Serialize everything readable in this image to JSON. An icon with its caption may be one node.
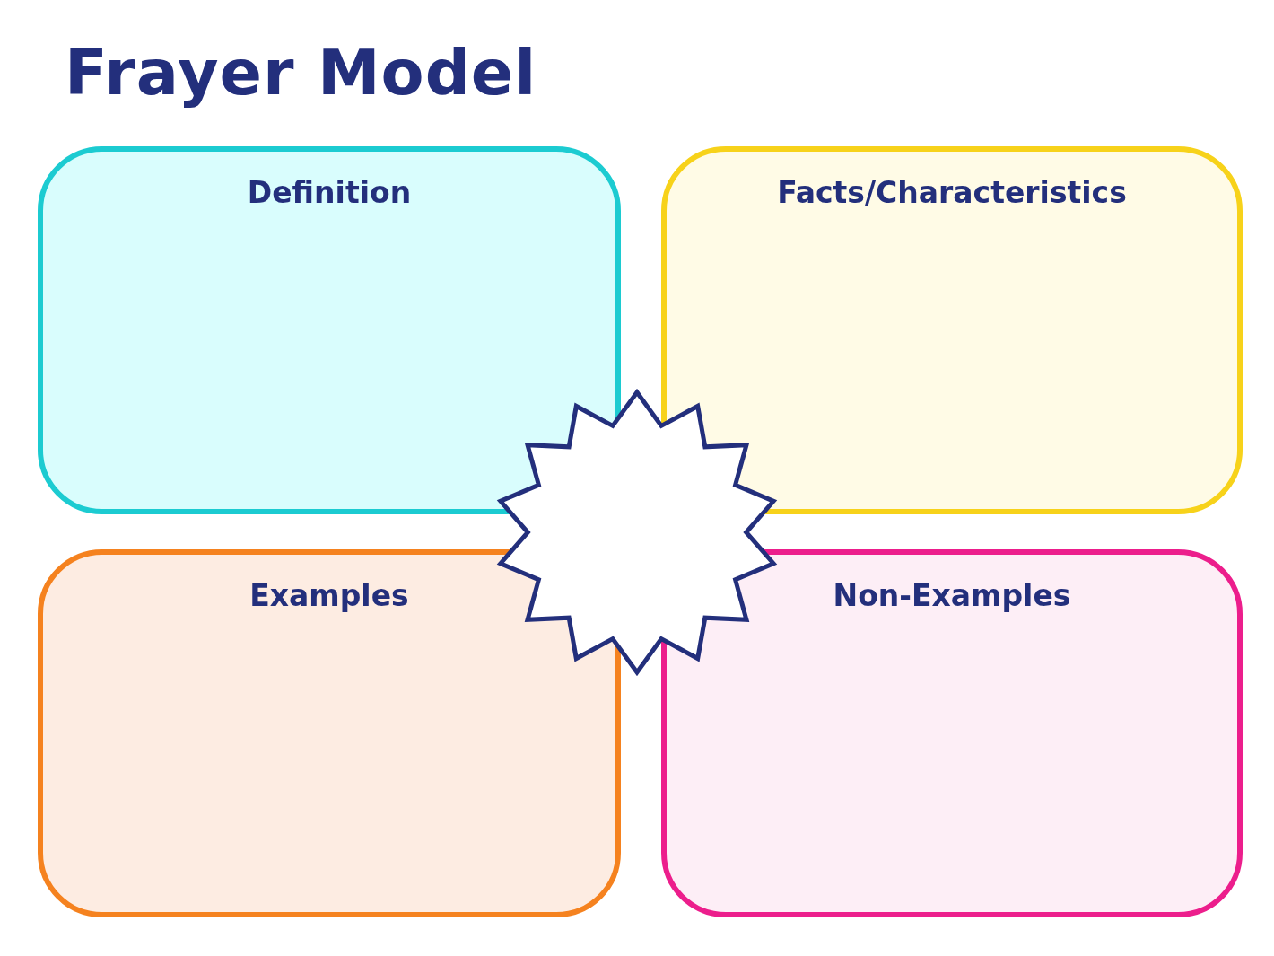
{
  "diagram": {
    "title": "Frayer Model",
    "nodes": [
      {
        "text": [
          "Definition"
        ]
      },
      {
        "text": [
          "Facts/Characteristics"
        ]
      },
      {
        "text": [
          "Examples"
        ]
      },
      {
        "text": [
          "Non-Examples"
        ]
      },
      {
        "text": [],
        "shape": "star"
      }
    ]
  }
}
